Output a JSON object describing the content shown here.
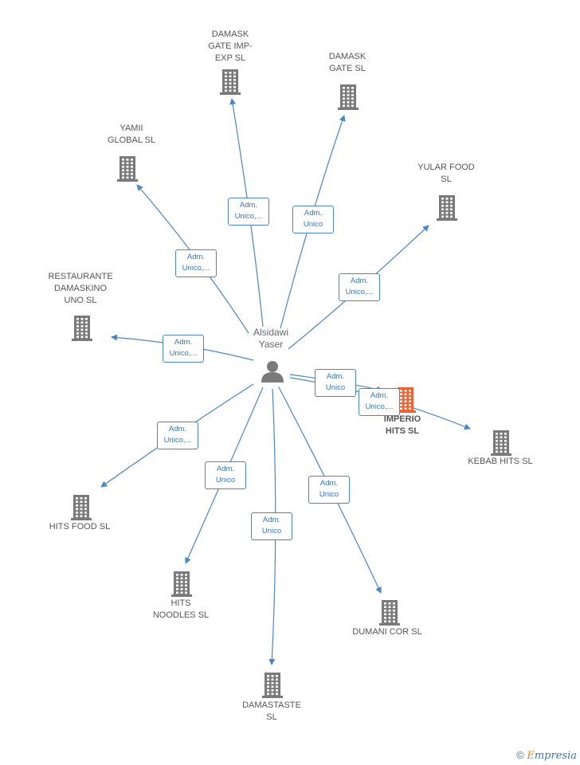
{
  "center": {
    "name": "Alsidawi\nYaser"
  },
  "companies": [
    {
      "id": "damask-imp",
      "name": "DAMASK\nGATE IMP-\nEXP SL",
      "edge": "Adm.\nUnico,..."
    },
    {
      "id": "damask-gate",
      "name": "DAMASK\nGATE SL",
      "edge": "Adm.\nUnico"
    },
    {
      "id": "yamii",
      "name": "YAMII\nGLOBAL  SL",
      "edge": "Adm.\nUnico,..."
    },
    {
      "id": "yular",
      "name": "YULAR FOOD\nSL",
      "edge": "Adm.\nUnico,..."
    },
    {
      "id": "restaurante",
      "name": "RESTAURANTE\nDAMASKINO\nUNO SL",
      "edge": "Adm.\nUnico,..."
    },
    {
      "id": "imperio",
      "name": "IMPERIO\nHITS  SL",
      "edge": "Adm.\nUnico",
      "focus": true
    },
    {
      "id": "kebab",
      "name": "KEBAB HITS SL",
      "edge": "Adm.\nUnico,..."
    },
    {
      "id": "hits-food",
      "name": "HITS FOOD SL",
      "edge": "Adm.\nUnico,..."
    },
    {
      "id": "hits-noodles",
      "name": "HITS\nNOODLES  SL",
      "edge": "Adm.\nUnico"
    },
    {
      "id": "damastaste",
      "name": "DAMASTASTE\nSL",
      "edge": "Adm.\nUnico"
    },
    {
      "id": "dumani",
      "name": "DUMANI COR SL",
      "edge": "Adm.\nUnico"
    }
  ],
  "colors": {
    "edge": "#4a86c8",
    "building": "#7a7a7a",
    "focus": "#f06030",
    "person": "#7a7a7a"
  },
  "footer": {
    "copyright": "©",
    "brand_initial": "E",
    "brand_rest": "mpresia"
  }
}
